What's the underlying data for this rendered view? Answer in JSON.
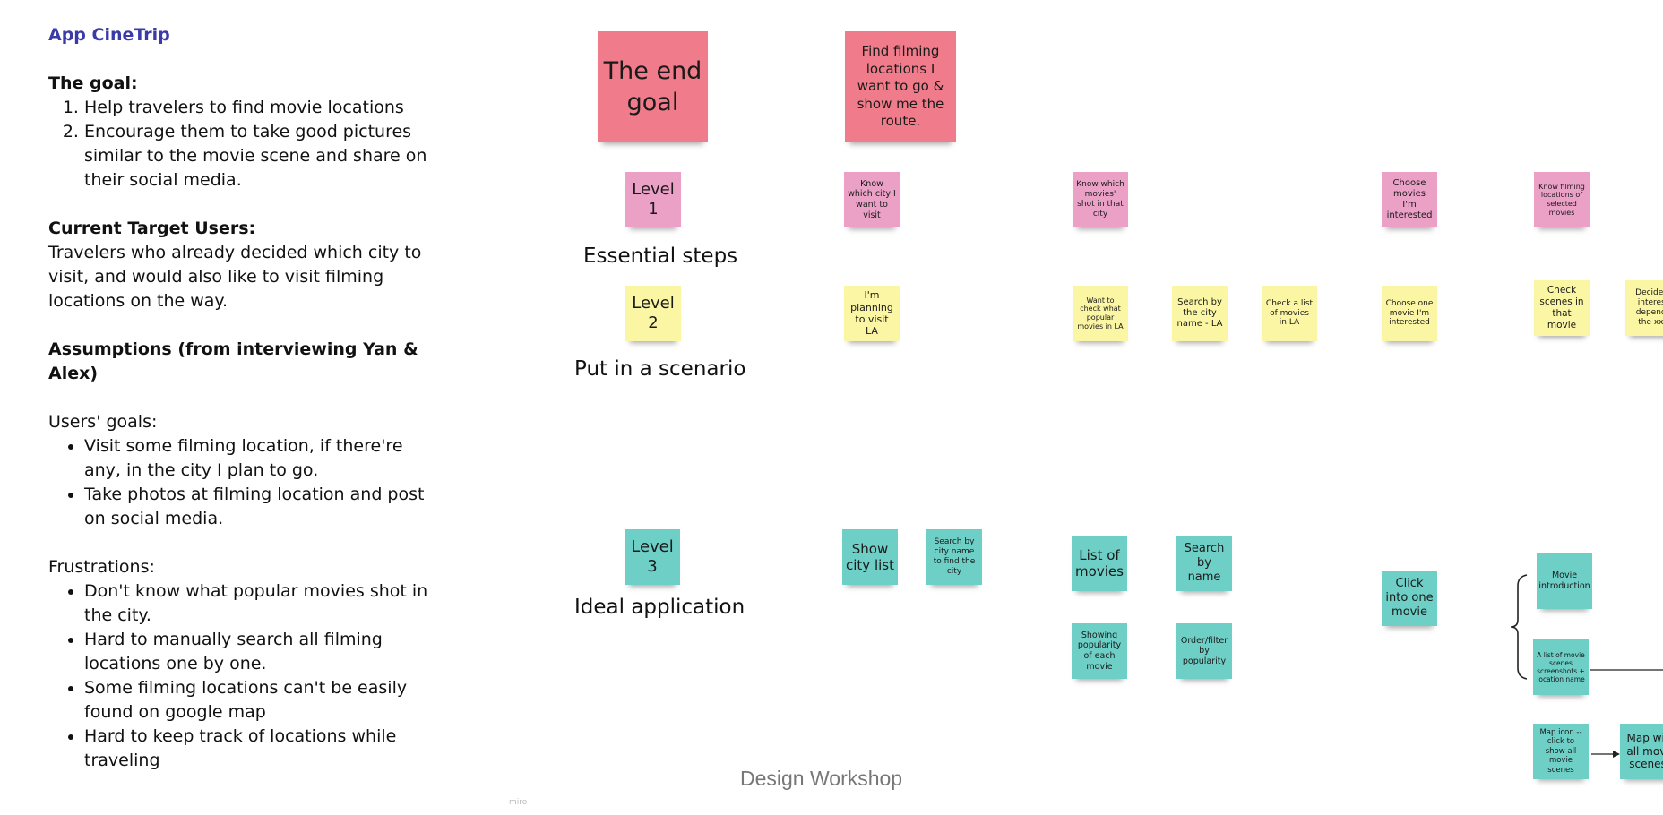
{
  "notes": {
    "app_title": "App CineTrip",
    "goal_heading": "The goal:",
    "goals": [
      "Help travelers to find movie locations",
      "Encourage them to take good pictures similar to the movie scene and share on their social media."
    ],
    "target_heading": "Current Target Users:",
    "target_text": "Travelers who already decided which city to visit, and would also like to visit filming locations on the way.",
    "assumptions_heading": "Assumptions (from interviewing Yan & Alex)",
    "users_goals_label": "Users' goals:",
    "users_goals": [
      "Visit some filming location, if there're any, in the city I plan to go.",
      "Take photos at filming location and post on social media."
    ],
    "frustrations_label": "Frustrations:",
    "frustrations": [
      "Don't know what popular movies shot in the city.",
      "Hard to manually search all filming locations one by one.",
      "Some filming locations can't be easily found on google map",
      "Hard to keep track of locations while traveling"
    ]
  },
  "board": {
    "end_goal": "The end goal",
    "end_goal_statement": "Find filming locations I want to go & show me the route.",
    "level1": "Level 1",
    "level1_caption": "Essential steps",
    "level2": "Level 2",
    "level2_caption": "Put in a scenario",
    "level3": "Level 3",
    "level3_caption": "Ideal application",
    "l1_notes": [
      "Know which city I want to visit",
      "Know which movies' shot in that city",
      "Choose movies I'm interested",
      "Know filming locations of selected movies"
    ],
    "l2_notes": [
      "I'm planning to visit LA",
      "Want to check what popular movies in LA",
      "Search by the city name - LA",
      "Check a list of movies in LA",
      "Choose one movie I'm interested",
      "Check scenes in that movie",
      "Decide if interest depends the xxx"
    ],
    "l3_notes": {
      "show_city_list": "Show city list",
      "search_city_name": "Search by city name to find the city",
      "list_of_movies": "List of movies",
      "search_by_name": "Search by name",
      "showing_popularity": "Showing popularity of each movie",
      "order_filter": "Order/filter by popularity",
      "click_into_movie": "Click into one movie",
      "movie_intro": "Movie introduction",
      "scene_list": "A list of movie scenes screenshots + location name",
      "map_icon": "Map icon -- click to show all movie scenes",
      "map_with": "Map wit all movi scenes"
    },
    "footer": "Design Workshop",
    "watermark": "miro"
  },
  "colors": {
    "red": "#f07b8a",
    "pink": "#eba0c6",
    "yellow": "#fbf6a4",
    "teal": "#6dcfc6",
    "title_blue": "#3a3aa8"
  }
}
